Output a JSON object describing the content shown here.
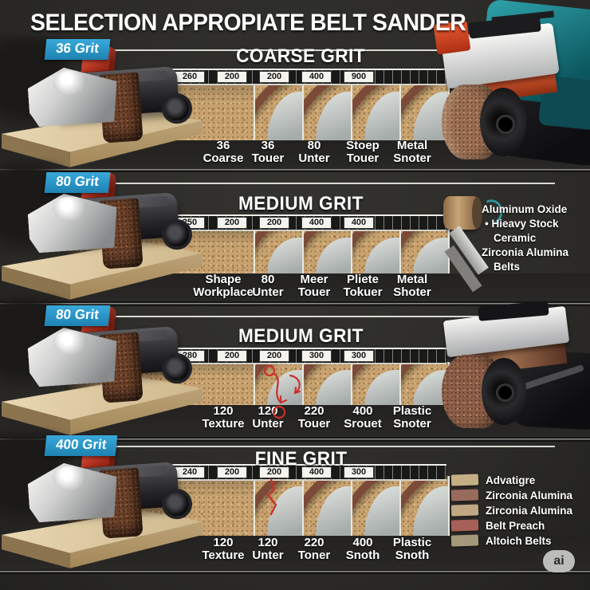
{
  "title": "SELECTION APPROPIATE BELT SANDER",
  "watermark": "ai",
  "colors": {
    "background": "#2e2d2a",
    "badge_blue": "#2196c9",
    "sand": "#c7a26f",
    "sandpaper_brown": "#7c4a38",
    "reveal_gray": "#b9bdba",
    "annotation_red": "#c8302b",
    "tool_teal": "#1f858e",
    "wood": "#dcc9a5"
  },
  "sections": [
    {
      "badge": "36 Grit",
      "header": "COARSE GRIT",
      "ruler": [
        "260",
        "200",
        "200",
        "400",
        "900"
      ],
      "labels": [
        {
          "line1": "36",
          "line2": "Coarse"
        },
        {
          "line1": "36",
          "line2": "Touer"
        },
        {
          "line1": "80",
          "line2": "Unter"
        },
        {
          "line1": "Stoep",
          "line2": "Touer"
        },
        {
          "line1": "Metal",
          "line2": "Snoter"
        }
      ]
    },
    {
      "badge": "80 Grit",
      "header": "MEDIUM GRIT",
      "ruler": [
        "250",
        "200",
        "200",
        "400",
        "400"
      ],
      "labels": [
        {
          "line1": "Shape",
          "line2": "Workplace"
        },
        {
          "line1": "80",
          "line2": "Unter"
        },
        {
          "line1": "Meer",
          "line2": "Touer"
        },
        {
          "line1": "Pliete",
          "line2": "Tokuer"
        },
        {
          "line1": "Metal",
          "line2": "Shoter"
        }
      ],
      "note": {
        "lines": [
          "Aluminum Oxide",
          "•  Hieavy Stock",
          "Ceramic",
          "Zirconia Alumina",
          "Belts"
        ]
      }
    },
    {
      "badge": "80 Grit",
      "header": "MEDIUM GRIT",
      "ruler": [
        "280",
        "200",
        "200",
        "300",
        "300"
      ],
      "labels": [
        {
          "line1": "120",
          "line2": "Texture"
        },
        {
          "line1": "120",
          "line2": "Unter"
        },
        {
          "line1": "220",
          "line2": "Touer"
        },
        {
          "line1": "400",
          "line2": "Srouet"
        },
        {
          "line1": "Plastic",
          "line2": "Snoter"
        }
      ]
    },
    {
      "badge": "400 Grit",
      "header": "FINE GRIT",
      "ruler": [
        "240",
        "200",
        "200",
        "400",
        "300"
      ],
      "labels": [
        {
          "line1": "120",
          "line2": "Texture"
        },
        {
          "line1": "120",
          "line2": "Unter"
        },
        {
          "line1": "220",
          "line2": "Toner"
        },
        {
          "line1": "400",
          "line2": "Snoth"
        },
        {
          "line1": "Plastic",
          "line2": "Snoth"
        }
      ],
      "legend": [
        {
          "color": "#c6ae85",
          "label": "Advatigre"
        },
        {
          "color": "#996b5d",
          "label": "Zirconia Alumina"
        },
        {
          "color": "#bfa883",
          "label": "Zirconia Alumina"
        },
        {
          "color": "#a66058",
          "label": "Belt Preach"
        },
        {
          "color": "#a39879",
          "label": "Altoich Belts"
        }
      ]
    }
  ]
}
